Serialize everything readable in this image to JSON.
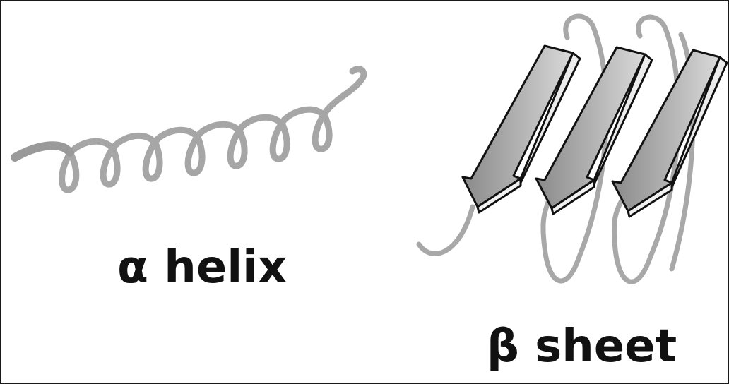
{
  "labels": {
    "helix": "α helix",
    "sheet": "β sheet"
  },
  "colors": {
    "ribbon": "#a8a8a8",
    "ribbon_dark": "#8c8c8c",
    "arrow_light": "#d4d4d4",
    "arrow_dark": "#8a8a8a",
    "outline": "#111111"
  },
  "icons": {
    "helix": "alpha-helix-ribbon",
    "sheet": "beta-sheet-arrows"
  }
}
